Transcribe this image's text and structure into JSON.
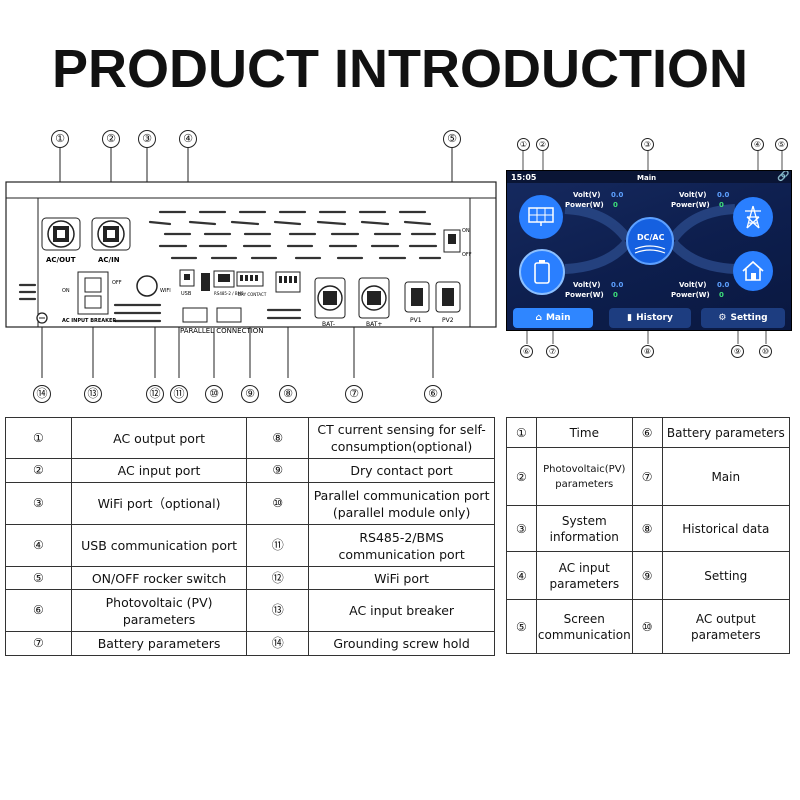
{
  "title": "PRODUCT INTRODUCTION",
  "device": {
    "callouts": [
      "①",
      "②",
      "③",
      "④",
      "⑤",
      "⑥",
      "⑦",
      "⑧",
      "⑨",
      "⑩",
      "⑪",
      "⑫",
      "⑬",
      "⑭"
    ],
    "labels": {
      "acout": "AC/OUT",
      "acin": "AC/IN",
      "on": "ON",
      "off": "OFF",
      "wifi": "WIFI",
      "usb": "USB",
      "dry": "DRY CONTACT",
      "rs485": "RS485-2 / BMS",
      "parallel": "PARALLEL CONNECTION",
      "bat_minus": "BAT-",
      "bat_plus": "BAT+",
      "pv1": "PV1",
      "pv2": "PV2",
      "breaker": "AC INPUT BREAKER",
      "breaker_on": "ON",
      "breaker_off": "OFF"
    }
  },
  "screen": {
    "callouts": [
      "①",
      "②",
      "③",
      "④",
      "⑤",
      "⑥",
      "⑦",
      "⑧",
      "⑨",
      "⑩"
    ],
    "time": "15:05",
    "header": "Main",
    "center": "DC/AC",
    "readouts": [
      {
        "v_label": "Volt(V)",
        "v_value": "0.0",
        "p_label": "Power(W)",
        "p_value": "0"
      },
      {
        "v_label": "Volt(V)",
        "v_value": "0.0",
        "p_label": "Power(W)",
        "p_value": "0"
      },
      {
        "v_label": "Volt(V)",
        "v_value": "0.0",
        "p_label": "Power(W)",
        "p_value": "0"
      },
      {
        "v_label": "Volt(V)",
        "v_value": "0.0",
        "p_label": "Power(W)",
        "p_value": "0"
      }
    ],
    "nav": {
      "main": "Main",
      "history": "History",
      "setting": "Setting"
    }
  },
  "table_left": {
    "rows": [
      {
        "n1": "①",
        "l1": "AC output port",
        "n2": "⑧",
        "l2": "CT current sensing for self-consumption(optional)"
      },
      {
        "n1": "②",
        "l1": "AC input port",
        "n2": "⑨",
        "l2": "Dry contact port"
      },
      {
        "n1": "③",
        "l1": "WiFi port（optional)",
        "n2": "⑩",
        "l2": "Parallel communication port (parallel module only)"
      },
      {
        "n1": "④",
        "l1": "USB communication port",
        "n2": "⑪",
        "l2": "RS485-2/BMS communication port"
      },
      {
        "n1": "⑤",
        "l1": "ON/OFF rocker switch",
        "n2": "⑫",
        "l2": "WiFi port"
      },
      {
        "n1": "⑥",
        "l1": "Photovoltaic (PV) parameters",
        "n2": "⑬",
        "l2": "AC input breaker"
      },
      {
        "n1": "⑦",
        "l1": "Battery parameters",
        "n2": "⑭",
        "l2": "Grounding screw hold"
      }
    ]
  },
  "table_right": {
    "rows": [
      {
        "n1": "①",
        "l1": "Time",
        "n2": "⑥",
        "l2": "Battery parameters"
      },
      {
        "n1": "②",
        "l1": "Photovoltaic(PV) parameters",
        "n2": "⑦",
        "l2": "Main"
      },
      {
        "n1": "③",
        "l1": "System information",
        "n2": "⑧",
        "l2": "Historical data"
      },
      {
        "n1": "④",
        "l1": "AC input parameters",
        "n2": "⑨",
        "l2": "Setting"
      },
      {
        "n1": "⑤",
        "l1": "Screen communication",
        "n2": "⑩",
        "l2": "AC output parameters"
      }
    ]
  },
  "colors": {
    "screen_bg": "#0d1e4d",
    "icon_blue": "#2a7fff",
    "value_blue": "#5da0ff",
    "value_green": "#3ee07a",
    "nav_active": "#2f86ff"
  }
}
